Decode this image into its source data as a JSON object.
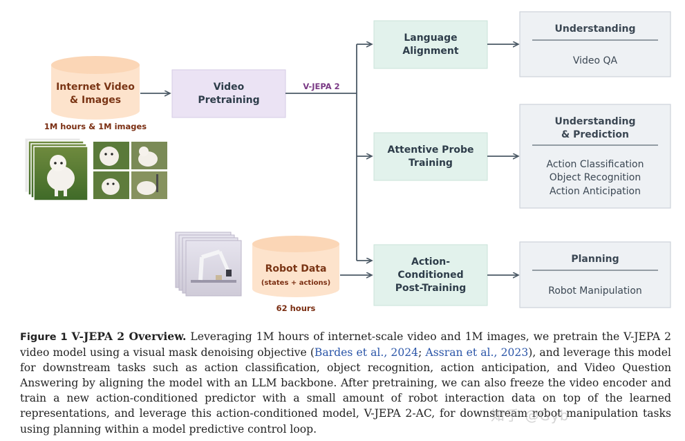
{
  "diagram": {
    "internet_cylinder": [
      "Internet Video",
      "& Images"
    ],
    "internet_caption": "1M hours & 1M images",
    "pretraining_box": [
      "Video",
      "Pretraining"
    ],
    "model_label": "V-JEPA 2",
    "robot_cylinder": "Robot Data",
    "robot_cylinder_sub": "(states + actions)",
    "robot_caption": "62 hours",
    "language_box": [
      "Language",
      "Alignment"
    ],
    "probe_box": [
      "Attentive Probe",
      "Training"
    ],
    "action_box": [
      "Action-",
      "Conditioned",
      "Post-Training"
    ],
    "understanding_panel": {
      "heading": "Understanding",
      "items": [
        "Video QA"
      ]
    },
    "prediction_panel": {
      "heading": [
        "Understanding",
        "& Prediction"
      ],
      "items": [
        "Action Classification",
        "Object Recognition",
        "Action Anticipation"
      ]
    },
    "planning_panel": {
      "heading": "Planning",
      "items": [
        "Robot Manipulation"
      ]
    }
  },
  "caption": {
    "label": "Figure 1",
    "title": "V-JEPA 2 Overview.",
    "text_1": " Leveraging 1M hours of internet-scale video and 1M images, we pretrain the V-JEPA 2 video model using a visual mask denoising objective (",
    "cite_1": "Bardes et al., 2024",
    "sep": "; ",
    "cite_2": "Assran et al., 2023",
    "text_2": "), and leverage this model for downstream tasks such as action classification, object recognition, action anticipation, and Video Question Answering by aligning the model with an LLM backbone. After pretraining, we can also freeze the video encoder and train a new action-conditioned predictor with a small amount of robot interaction data on top of the learned representations, and leverage this action-conditioned model, V-JEPA 2-AC, for downstream robot manipulation tasks using planning within a model predictive control loop."
  },
  "watermark": "知乎 @Gyb",
  "colors": {
    "cylinder_fill": "#fde3cc",
    "pretraining_fill": "#ebe3f4",
    "green_fill": "#e2f2ec",
    "panel_fill": "#eef1f4",
    "arrow": "#4a5864",
    "citation": "#2a55a8"
  }
}
